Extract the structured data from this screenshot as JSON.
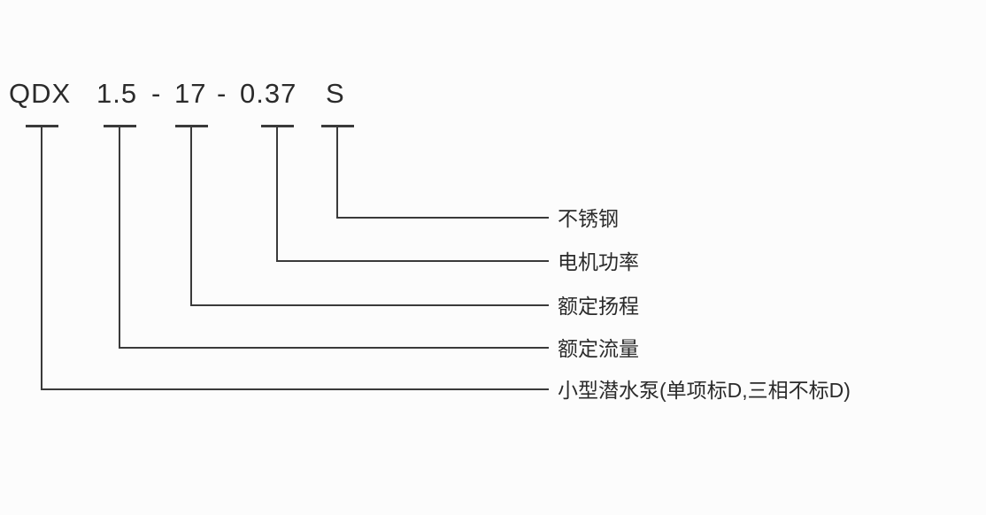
{
  "model": {
    "separator": "-",
    "segments": [
      {
        "code": "QDX",
        "label": "小型潜水泵(单项标D,三相不标D)"
      },
      {
        "code": "1.5",
        "label": "额定流量"
      },
      {
        "code": "17",
        "label": "额定扬程"
      },
      {
        "code": "0.37",
        "label": "电机功率"
      },
      {
        "code": "S",
        "label": "不锈钢"
      }
    ]
  }
}
